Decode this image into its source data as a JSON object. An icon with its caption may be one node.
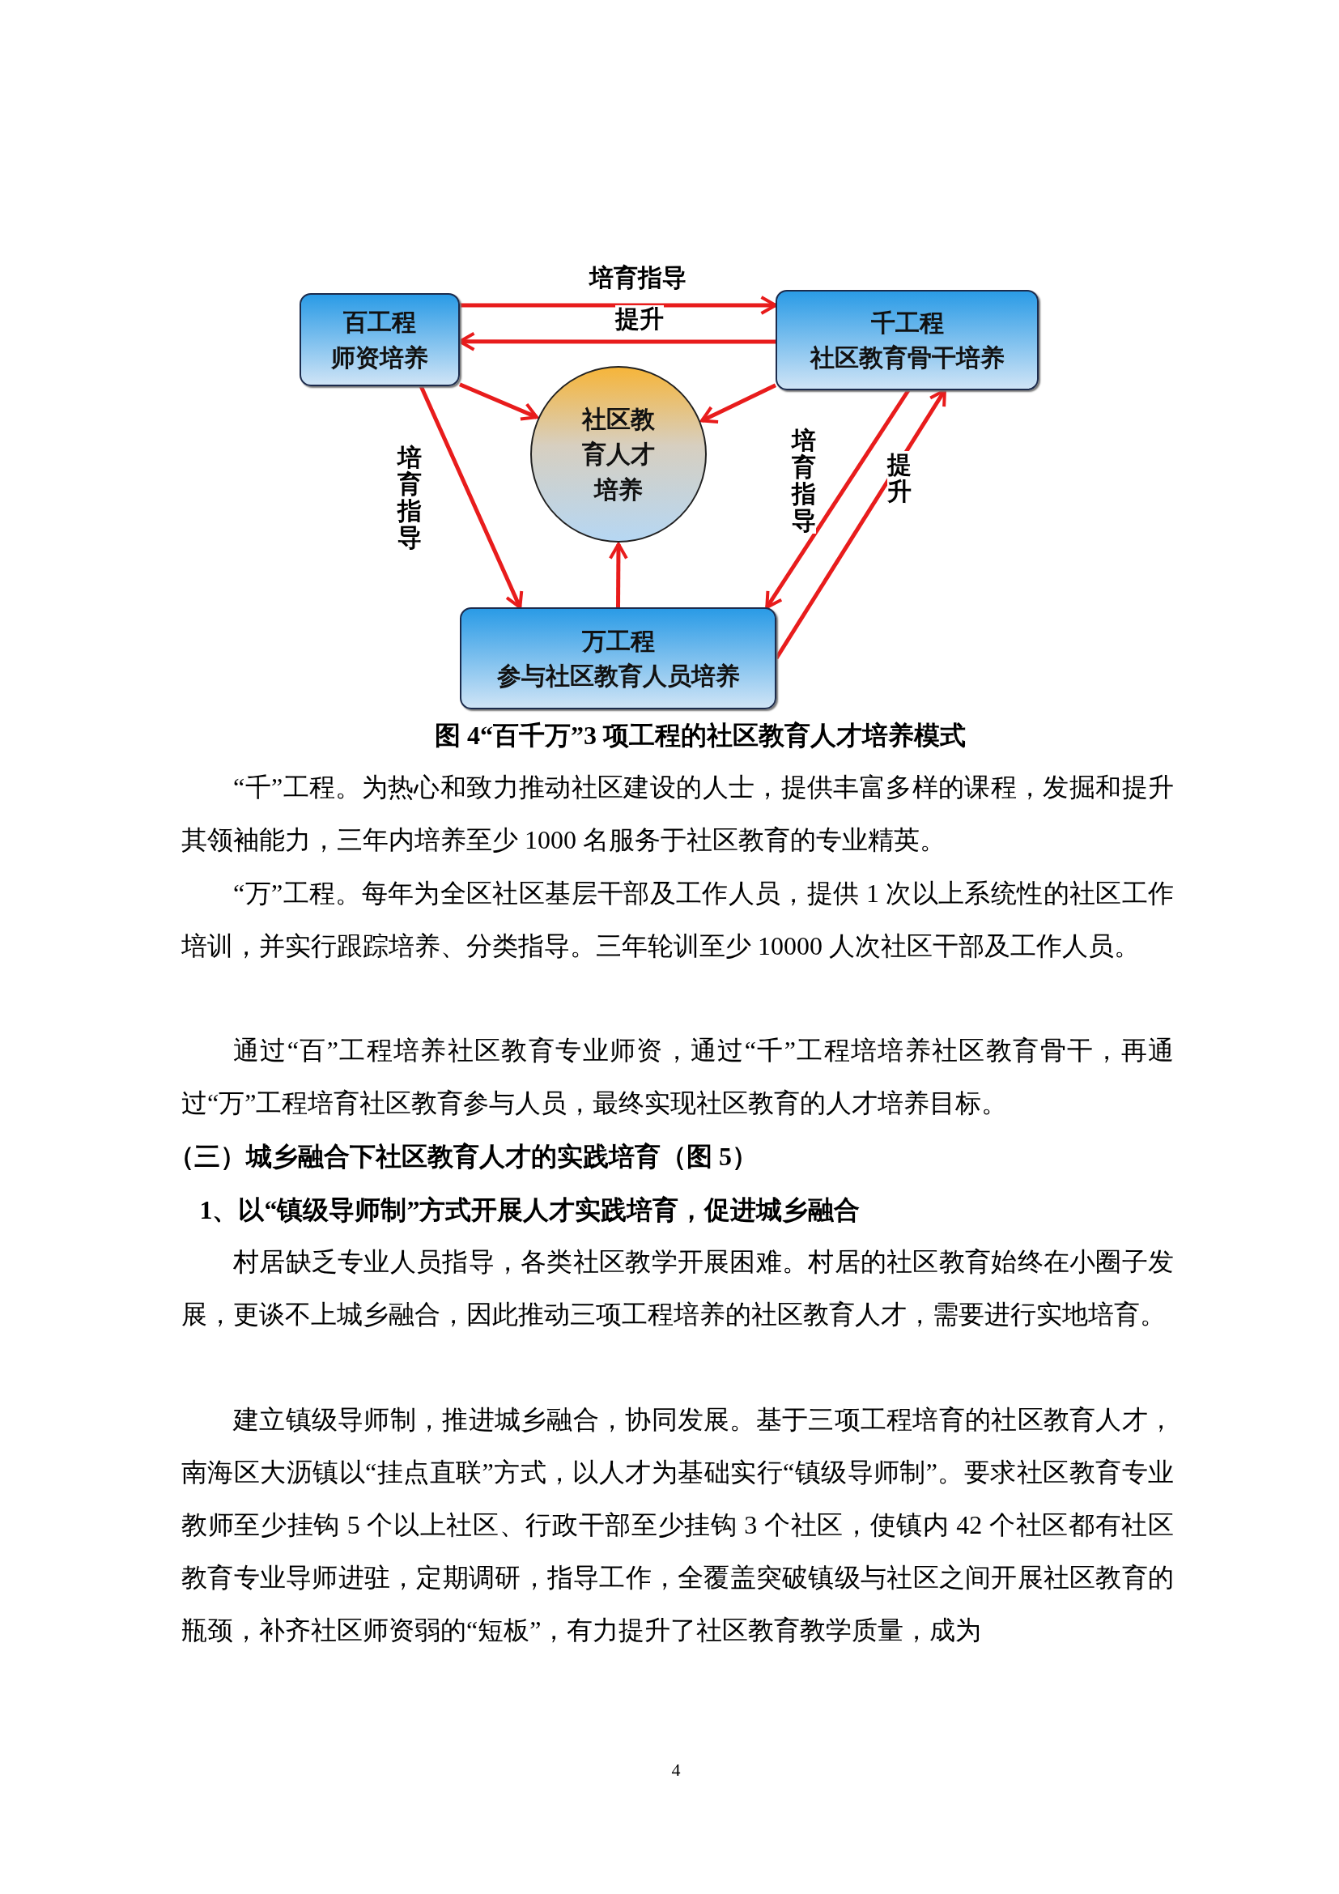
{
  "diagram": {
    "caption": "图 4“百千万”3 项工程的社区教育人才培养模式",
    "nodes": [
      {
        "text": [
          "百工程",
          "师资培养"
        ]
      },
      {
        "text": [
          "千工程",
          "社区教育骨干培养"
        ]
      },
      {
        "text": [
          "社区教育人才培养"
        ]
      },
      {
        "text": [
          "万工程",
          "参与社区教育人员培养"
        ]
      }
    ],
    "edges": [
      {
        "from": 0,
        "to": 1,
        "arrow": "to",
        "label": "培育指导"
      },
      {
        "from": 1,
        "to": 0,
        "arrow": "to",
        "label": "提升"
      },
      {
        "from": 0,
        "to": 2,
        "arrow": "to"
      },
      {
        "from": 1,
        "to": 2,
        "arrow": "to"
      },
      {
        "from": 0,
        "to": 3,
        "arrow": "to",
        "label": "培育指导"
      },
      {
        "from": 1,
        "to": 3,
        "arrow": "to",
        "label": "培育指导"
      },
      {
        "from": 3,
        "to": 1,
        "arrow": "to",
        "label": "提升"
      },
      {
        "from": 3,
        "to": 2,
        "arrow": "to"
      }
    ],
    "labels": [
      "“千”工程。为热心和致力推动社区建设的人士，提供丰富多样的课程，发掘和提升其领袖能力，三年内培养至少 1000 名服务于社区教育的专业精英。",
      "“万”工程。每年为全区社区基层干部及工作人员，提供 1 次以上系统性的社区工作培训，并实行跟踪培养、分类指导。三年轮训至少 10000 人次社区干部及工作人员。",
      "通过“百”工程培养社区教育专业师资，通过“千”工程培培养社区教育骨干，再通过“万”工程培育社区教育参与人员，最终实现社区教育的人才培养目标。",
      "（三）城乡融合下社区教育人才的实践培育（图 5）",
      "1、以“镇级导师制”方式开展人才实践培育，促进城乡融合",
      "村居缺乏专业人员指导，各类社区教学开展困难。村居的社区教育始终在小圈子发展，更谈不上城乡融合，因此推动三项工程培养的社区教育人才，需要进行实地培育。",
      "建立镇级导师制，推进城乡融合，协同发展。基于三项工程培育的社区教育人才，南海区大沥镇以“挂点直联”方式，以人才为基础实行“镇级导师制”。要求社区教育专业教师至少挂钩 5 个以上社区、行政干部至少挂钩 3 个社区，使镇内 42 个社区都有社区教育专业导师进驻，定期调研，指导工作，全覆盖突破镇级与社区之间开展社区教育的瓶颈，补齐社区师资弱的“短板”，有力提升了社区教育教学质量，成为",
      "4"
    ]
  }
}
